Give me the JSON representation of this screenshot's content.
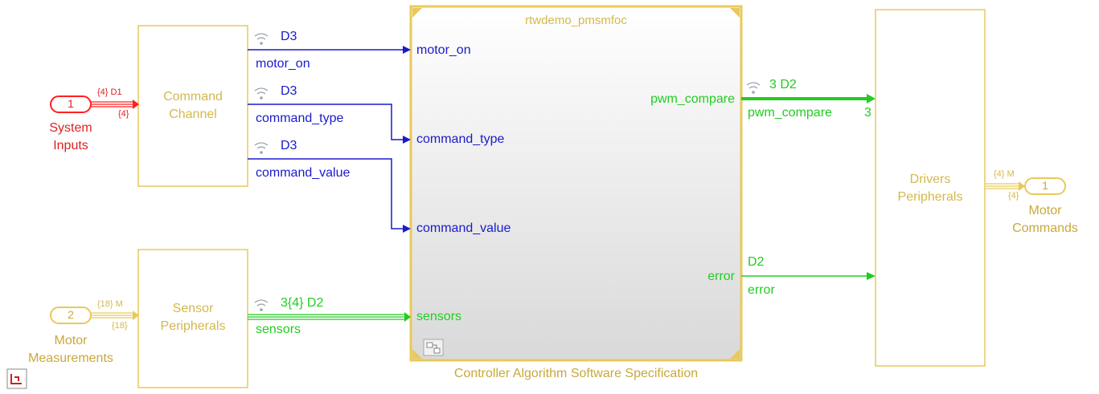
{
  "colors": {
    "block": "#e8c95b",
    "block_text": "#d4b84e",
    "inport_red": "#ff2020",
    "inport_text_red": "#e02020",
    "signal_blue": "#1a1acc",
    "signal_green": "#22cc22",
    "port_label_dark": "#1a1acc",
    "gold_text": "#c9a83c",
    "subsystem_fill_top": "#ffffff",
    "subsystem_fill_bottom": "#dcdcdc"
  },
  "ports": {
    "in1": {
      "number": "1",
      "label_line1": "System",
      "label_line2": "Inputs",
      "dims_top": "{4} D1",
      "dims_bottom": "{4}"
    },
    "in2": {
      "number": "2",
      "label_line1": "Motor",
      "label_line2": "Measurements",
      "dims_top": "{18} M",
      "dims_bottom": "{18}"
    },
    "out1": {
      "number": "1",
      "label_line1": "Motor",
      "label_line2": "Commands",
      "dims_top": "{4} M",
      "dims_bottom": "{4}"
    }
  },
  "blocks": {
    "command_channel": {
      "line1": "Command",
      "line2": "Channel"
    },
    "sensor_peripherals": {
      "line1": "Sensor",
      "line2": "Peripherals"
    },
    "drivers_peripherals": {
      "line1": "Drivers",
      "line2": "Peripherals"
    },
    "controller": {
      "model_name": "rtwdemo_pmsmfoc",
      "caption": "Controller Algorithm Software Specification",
      "in_ports": [
        "motor_on",
        "command_type",
        "command_value",
        "sensors"
      ],
      "out_ports": [
        "pwm_compare",
        "error"
      ]
    }
  },
  "signals": {
    "motor_on": {
      "name": "motor_on",
      "tag": "D3"
    },
    "command_type": {
      "name": "command_type",
      "tag": "D3"
    },
    "command_value": {
      "name": "command_value",
      "tag": "D3"
    },
    "sensors": {
      "name": "sensors",
      "tag": "3{4} D2"
    },
    "pwm_compare": {
      "name": "pwm_compare",
      "tag": "3 D2",
      "width": "3"
    },
    "error": {
      "name": "error",
      "tag": "D2"
    }
  }
}
